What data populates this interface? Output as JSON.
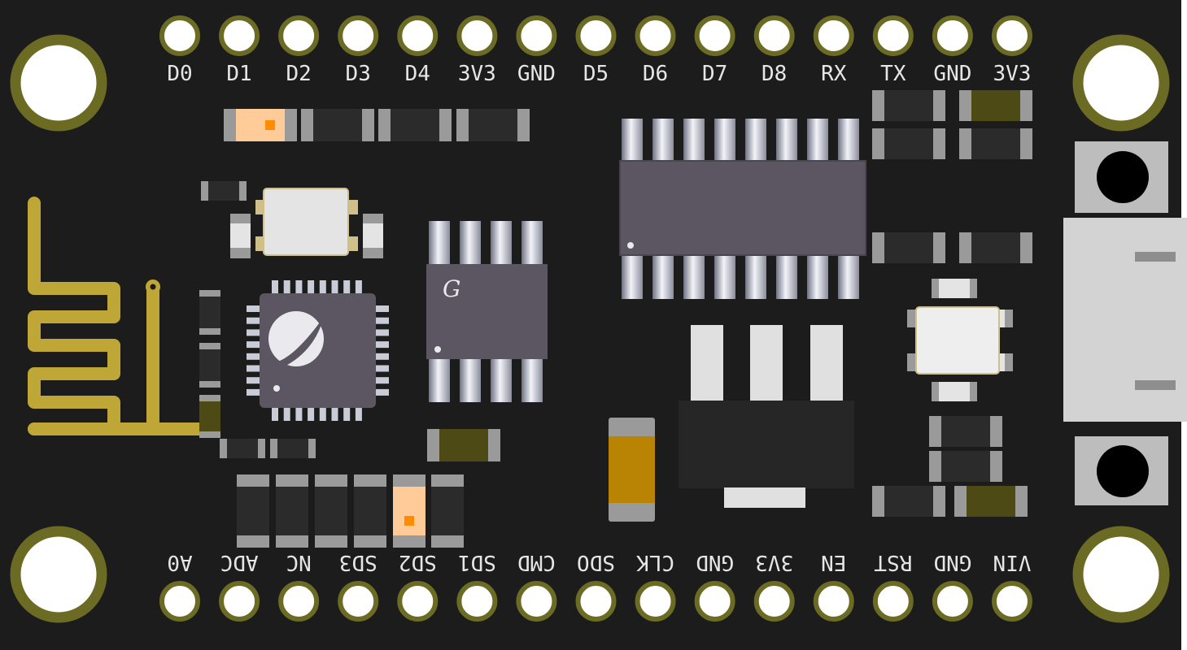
{
  "board": {
    "colors": {
      "pcb": "#1c1c1c",
      "pad_gold": "#6b6b24",
      "antenna_gold": "#bfa737",
      "chip": "#5b5661",
      "component_gray": "#9a9a9a",
      "led_orange": "#ffcc99"
    },
    "top_pins": [
      "D0",
      "D1",
      "D2",
      "D3",
      "D4",
      "3V3",
      "GND",
      "D5",
      "D6",
      "D7",
      "D8",
      "RX",
      "TX",
      "GND",
      "3V3"
    ],
    "bottom_pins": [
      "A0",
      "ADC",
      "NC",
      "SD3",
      "SD2",
      "SD1",
      "CMD",
      "SDO",
      "CLK",
      "GND",
      "3V3",
      "EN",
      "RST",
      "GND",
      "VIN"
    ],
    "chip_marking": "G"
  }
}
